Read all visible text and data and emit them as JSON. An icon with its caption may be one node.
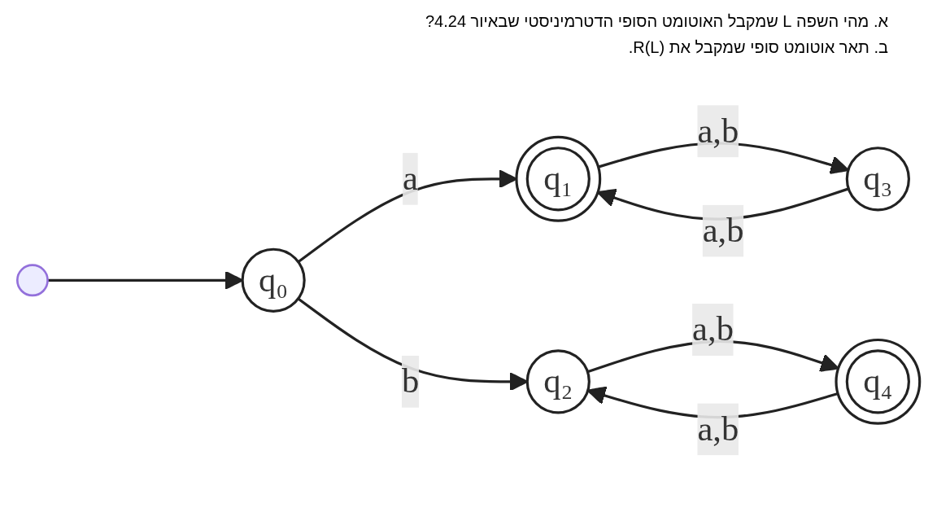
{
  "diagram": {
    "nodes": [
      {
        "text": [
          "q₀"
        ]
      },
      {
        "text": [
          "q₁"
        ]
      },
      {
        "text": [
          "q₂"
        ]
      },
      {
        "text": [
          "q₃"
        ]
      },
      {
        "text": [
          "q₄"
        ]
      },
      {
        "text": [],
        "shape": "circle"
      }
    ],
    "edges": [
      {
        "from": 5,
        "to": 0,
        "arrow": "to"
      },
      {
        "from": 0,
        "to": 1,
        "label": "a",
        "arrow": "to"
      },
      {
        "from": 0,
        "to": 2,
        "label": "b",
        "arrow": "to"
      },
      {
        "from": 1,
        "to": 3,
        "label": "a,b",
        "arrow": "to"
      },
      {
        "from": 3,
        "to": 1,
        "label": "a,b",
        "arrow": "to"
      },
      {
        "from": 2,
        "to": 4,
        "label": "a,b",
        "arrow": "to"
      },
      {
        "from": 4,
        "to": 2,
        "label": "a,b",
        "arrow": "to"
      }
    ],
    "labels": [
      "א. מהי השפה L שמקבל האוטומט הסופי הדטרמיניסטי שבאיור 4.24?",
      "ב. תאר אוטומט סופי שמקבל את R(L)."
    ]
  }
}
